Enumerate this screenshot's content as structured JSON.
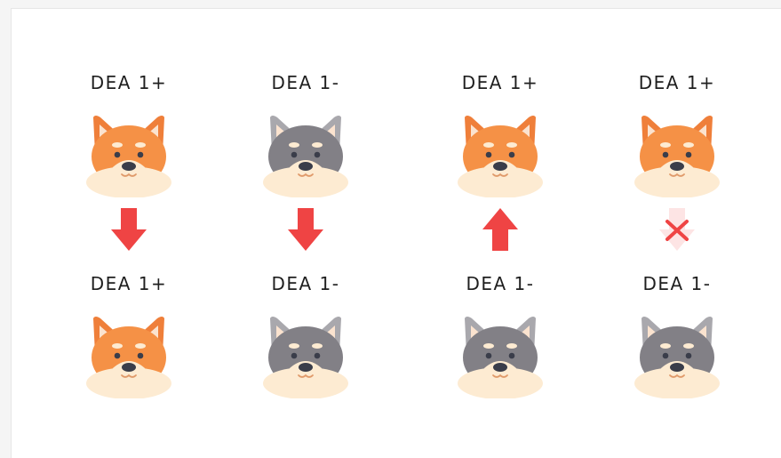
{
  "columns": [
    {
      "donor": "DEA 1+",
      "recipient": "DEA 1+",
      "donor_fur": "orange",
      "recipient_fur": "orange",
      "transfusion": "down-arrow-icon"
    },
    {
      "donor": "DEA 1-",
      "recipient": "DEA 1-",
      "donor_fur": "gray",
      "recipient_fur": "gray",
      "transfusion": "down-arrow-icon"
    },
    {
      "donor": "DEA 1+",
      "recipient": "DEA 1-",
      "donor_fur": "orange",
      "recipient_fur": "gray",
      "transfusion": "up-arrow-icon"
    },
    {
      "donor": "DEA 1+",
      "recipient": "DEA 1-",
      "donor_fur": "orange",
      "recipient_fur": "gray",
      "transfusion": "blocked-x-icon"
    }
  ],
  "colors": {
    "arrow": "#ef4444",
    "arrow_faded": "#fde4e4",
    "orange_fur": "#f59146",
    "orange_ear": "#ef7f3a",
    "gray_fur": "#828086",
    "gray_ear": "#a9a8ad",
    "cream": "#fdebd2"
  }
}
